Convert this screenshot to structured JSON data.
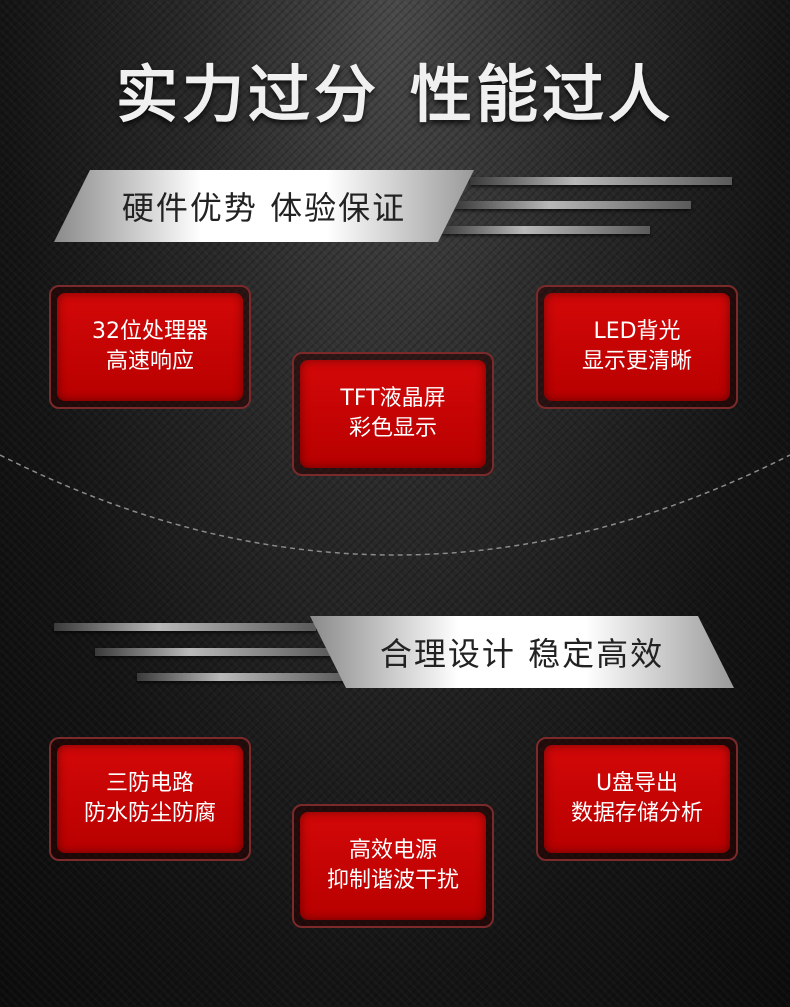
{
  "headline": {
    "part1": "实力过分",
    "part2": "性能过人"
  },
  "section1": {
    "banner": "硬件优势  体验保证",
    "cards": [
      {
        "line1": "32位处理器",
        "line2": "高速响应"
      },
      {
        "line1": "TFT液晶屏",
        "line2": "彩色显示"
      },
      {
        "line1": "LED背光",
        "line2": "显示更清晰"
      }
    ]
  },
  "section2": {
    "banner": "合理设计  稳定高效",
    "cards": [
      {
        "line1": "三防电路",
        "line2": "防水防尘防腐"
      },
      {
        "line1": "高效电源",
        "line2": "抑制谐波干扰"
      },
      {
        "line1": "U盘导出",
        "line2": "数据存储分析"
      }
    ]
  },
  "colors": {
    "card_red": "#c80000",
    "background": "#141414",
    "banner": "#ffffff"
  }
}
